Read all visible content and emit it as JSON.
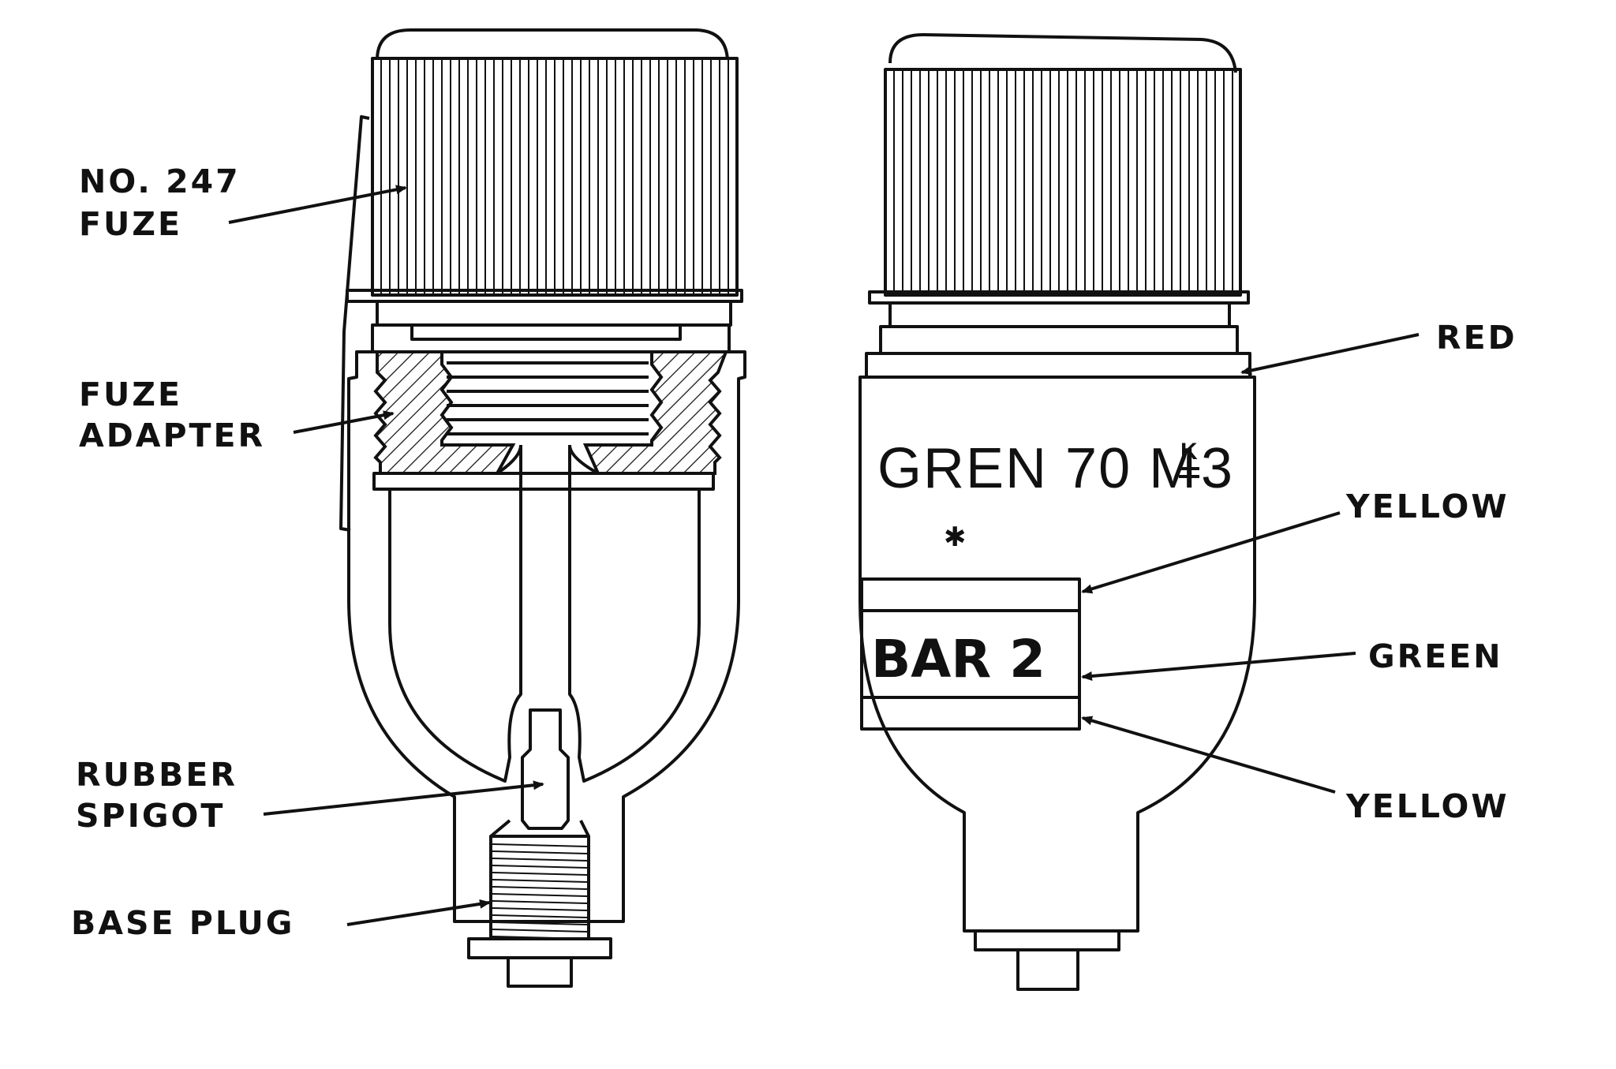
{
  "labels": {
    "fuze_line1": "NO. 247",
    "fuze_line2": "FUZE",
    "adapter_line1": "FUZE",
    "adapter_line2": "ADAPTER",
    "spigot_line1": "RUBBER",
    "spigot_line2": "SPIGOT",
    "base_plug": "BASE PLUG",
    "red": "RED",
    "yellow_top": "YELLOW",
    "green": "GREEN",
    "yellow_bottom": "YELLOW"
  },
  "body_markings": {
    "main": "GREN 70 M",
    "mark_super": "K",
    "mark_number": "3",
    "star": "✱",
    "bar": "BAR 2"
  }
}
